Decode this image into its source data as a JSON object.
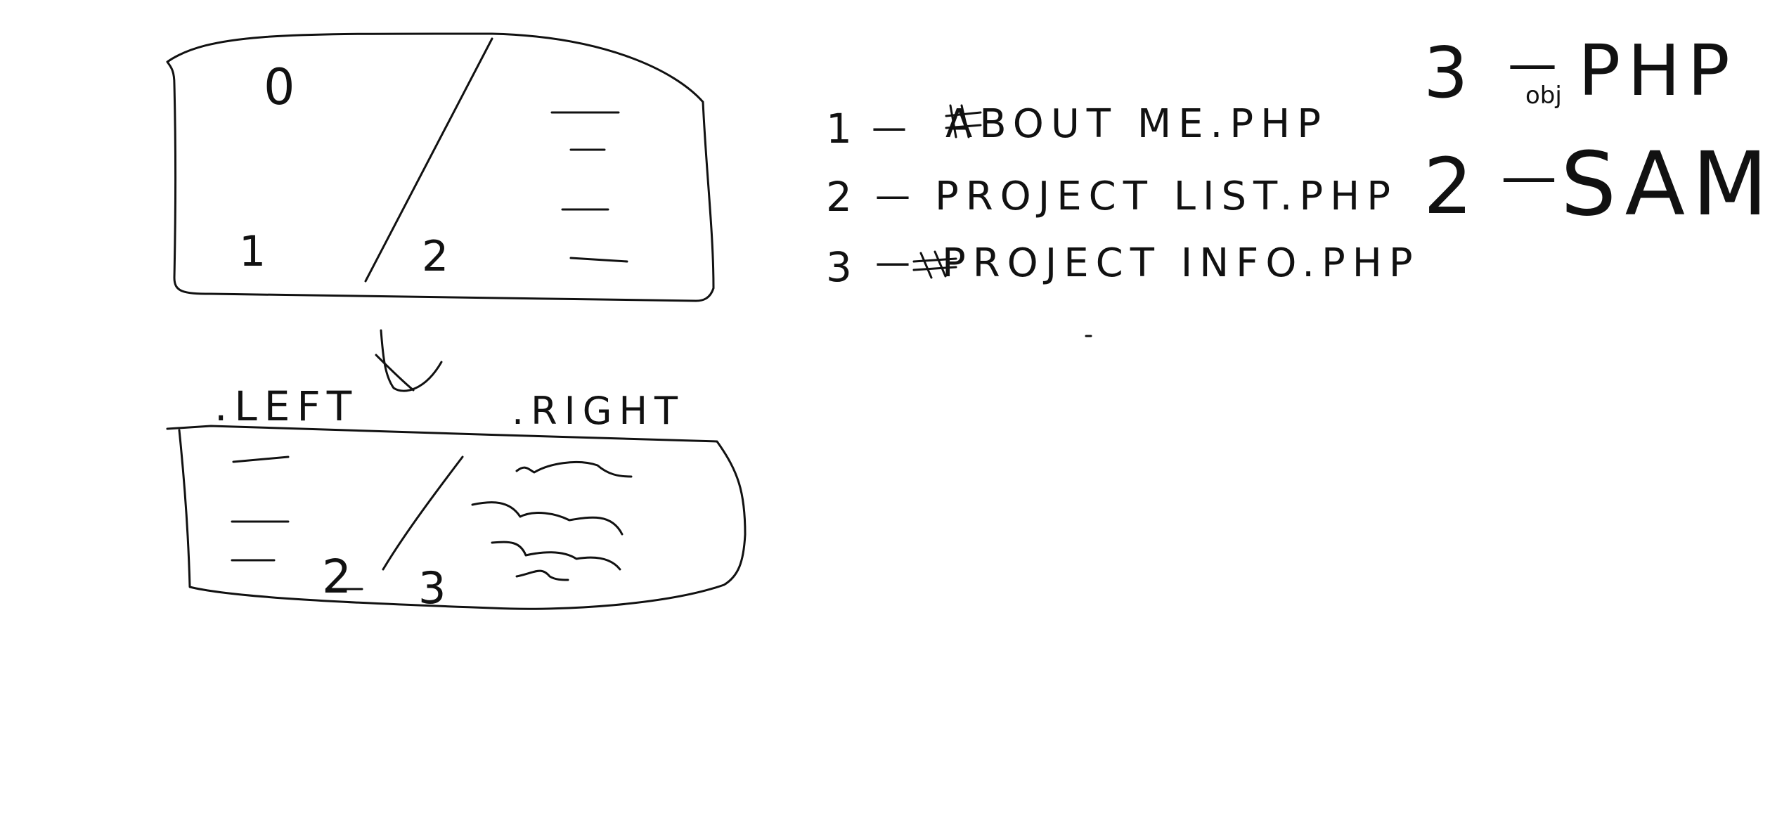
{
  "top_frame": {
    "region_labels": [
      "0",
      "1",
      "2"
    ]
  },
  "bottom_frame": {
    "left_label": ".LEFT",
    "right_label": ".RIGHT",
    "region_labels": [
      "2",
      "3"
    ]
  },
  "file_list": [
    {
      "number": "1",
      "dash": "—",
      "name": "ABOUT ME.PHP"
    },
    {
      "number": "2",
      "dash": "—",
      "name": "PROJECT LIST.PHP"
    },
    {
      "number": "3",
      "dash": "—",
      "name": "PROJECT INFO.PHP"
    }
  ],
  "notes": [
    {
      "number": "3",
      "dash": "—",
      "text": "PHP",
      "annotation": "obj"
    },
    {
      "number": "2",
      "dash": "—",
      "text": "SAME"
    }
  ]
}
